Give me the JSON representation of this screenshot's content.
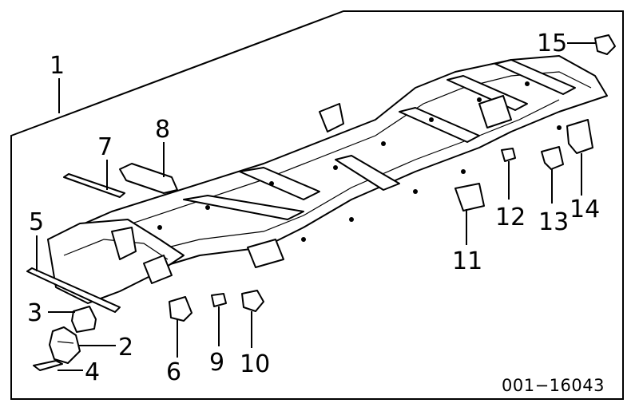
{
  "diagram": {
    "reference_code": "001−16043",
    "callouts": [
      {
        "id": "1",
        "label": "1"
      },
      {
        "id": "2",
        "label": "2"
      },
      {
        "id": "3",
        "label": "3"
      },
      {
        "id": "4",
        "label": "4"
      },
      {
        "id": "5",
        "label": "5"
      },
      {
        "id": "6",
        "label": "6"
      },
      {
        "id": "7",
        "label": "7"
      },
      {
        "id": "8",
        "label": "8"
      },
      {
        "id": "9",
        "label": "9"
      },
      {
        "id": "10",
        "label": "10"
      },
      {
        "id": "11",
        "label": "11"
      },
      {
        "id": "12",
        "label": "12"
      },
      {
        "id": "13",
        "label": "13"
      },
      {
        "id": "14",
        "label": "14"
      },
      {
        "id": "15",
        "label": "15"
      }
    ]
  }
}
